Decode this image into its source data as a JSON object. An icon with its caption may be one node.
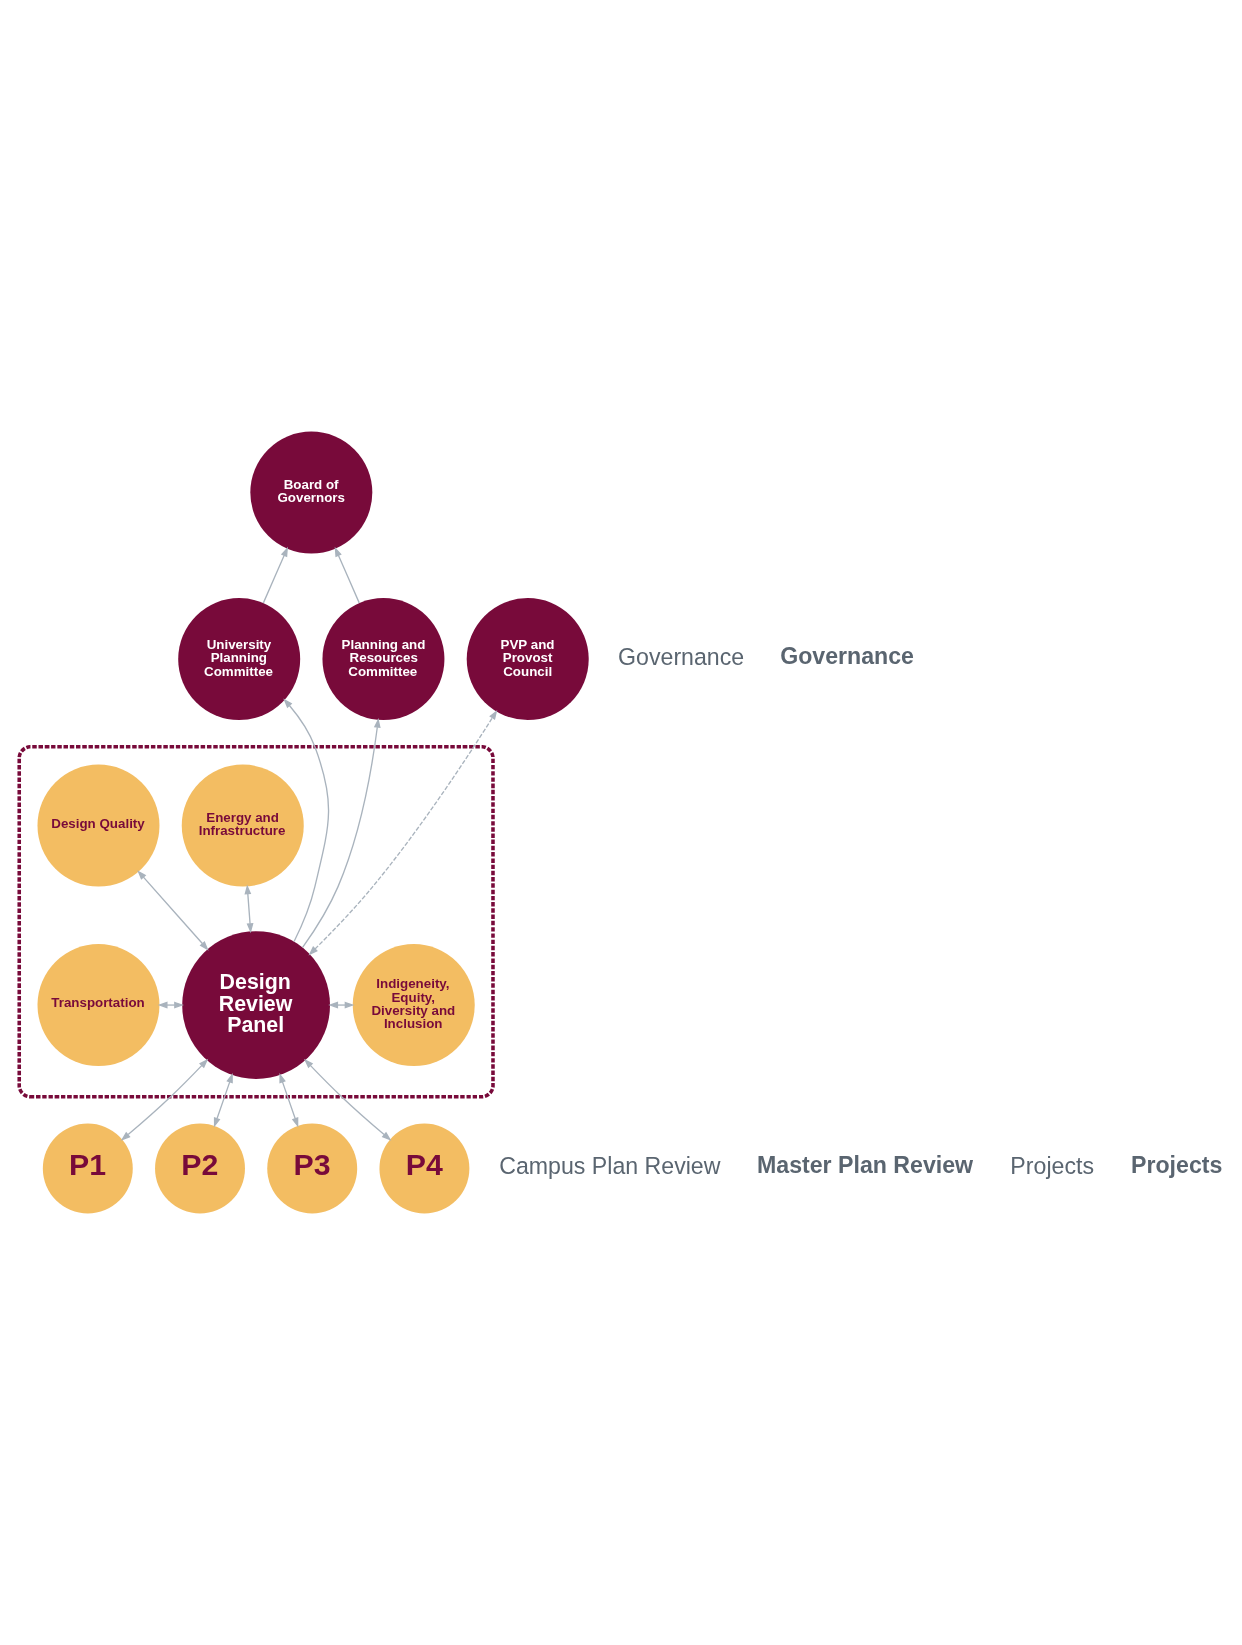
{
  "diagram": {
    "nodes": [
      {
        "text": [
          "Board of Governors"
        ]
      },
      {
        "text": [
          "University Planning Committee"
        ]
      },
      {
        "text": [
          "Planning and Resources Committee"
        ]
      },
      {
        "text": [
          "PVP and Provost Council"
        ]
      },
      {
        "text": [],
        "shape": "box"
      },
      {
        "text": [
          "Design Review Panel"
        ],
        "in": 4
      },
      {
        "text": [
          "Design Quality"
        ],
        "in": 4
      },
      {
        "text": [
          "Energy and Infrastructure"
        ],
        "in": 4
      },
      {
        "text": [
          "Transportation"
        ],
        "in": 4
      },
      {
        "text": [
          "Indigeneity, Equity, Diversity and Inclusion"
        ],
        "in": 4
      },
      {
        "text": [
          "P1"
        ]
      },
      {
        "text": [
          "P2"
        ]
      },
      {
        "text": [
          "P3"
        ]
      },
      {
        "text": [
          "P4"
        ]
      }
    ],
    "edges": [
      {
        "from": 1,
        "to": 0,
        "arrow": "to"
      },
      {
        "from": 2,
        "to": 0,
        "arrow": "to"
      },
      {
        "from": 5,
        "to": 1,
        "arrow": "to"
      },
      {
        "from": 5,
        "to": 2,
        "arrow": "to"
      },
      {
        "from": 5,
        "to": 3,
        "arrow": "both",
        "style": "dashed"
      },
      {
        "from": 6,
        "to": 5,
        "arrow": "both"
      },
      {
        "from": 7,
        "to": 5,
        "arrow": "both"
      },
      {
        "from": 8,
        "to": 5,
        "arrow": "both"
      },
      {
        "from": 9,
        "to": 5,
        "arrow": "both"
      },
      {
        "from": 10,
        "to": 5,
        "arrow": "both"
      },
      {
        "from": 11,
        "to": 5,
        "arrow": "both"
      },
      {
        "from": 12,
        "to": 5,
        "arrow": "both"
      },
      {
        "from": 13,
        "to": 5,
        "arrow": "both"
      }
    ],
    "labels": [
      "Governance",
      "Governance",
      "Campus Plan Review",
      "Master Plan Review",
      "Projects",
      "Projects"
    ]
  }
}
